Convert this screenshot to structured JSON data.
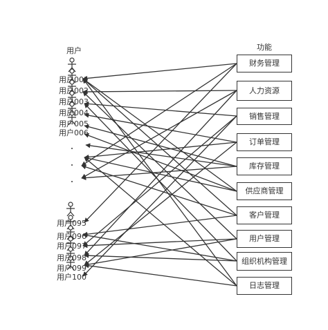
{
  "headers": {
    "users": "用户",
    "functions": "功能"
  },
  "users_top": [
    "用户001",
    "用户002",
    "用户003",
    "用户004",
    "用户005",
    "用户006"
  ],
  "users_bottom": [
    "用户095",
    "用户096",
    "用户097",
    "用户098",
    "用户099",
    "用户100"
  ],
  "functions": [
    "财务管理",
    "人力资源",
    "销售管理",
    "订单管理",
    "库存管理",
    "供应商管理",
    "客户管理",
    "用户管理",
    "组织机构管理",
    "日志管理"
  ],
  "colors": {
    "line": "#333333",
    "text": "#333333",
    "box_border": "#333333"
  }
}
